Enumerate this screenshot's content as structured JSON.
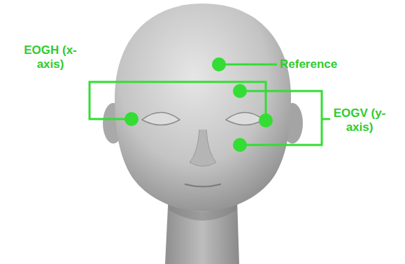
{
  "diagram": {
    "labels": [
      "EOGH (x-axis)",
      "Reference",
      "EOGV (y-axis)"
    ]
  }
}
